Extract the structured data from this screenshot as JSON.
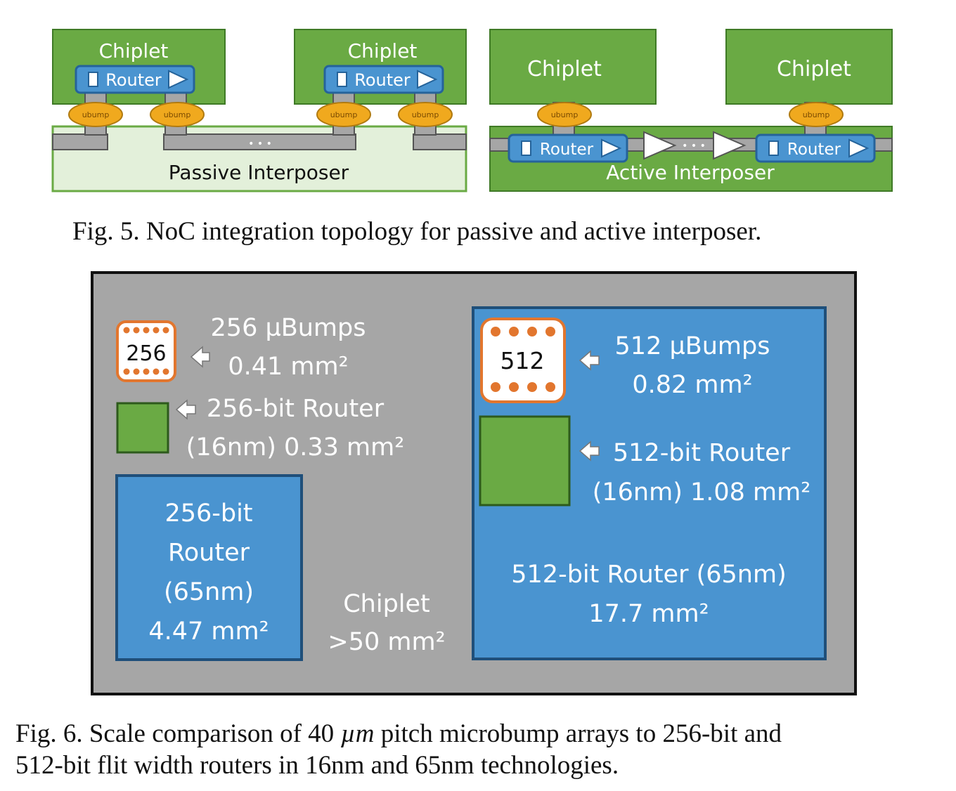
{
  "fig5": {
    "chiplet_label": "Chiplet",
    "router_label": "Router",
    "ubump_label": "ubump",
    "ellipsis": "• • •",
    "passive_label": "Passive Interposer",
    "active_label": "Active Interposer",
    "caption": "Fig. 5.  NoC integration topology for passive and active interposer."
  },
  "fig6": {
    "left": {
      "bump_count": "256",
      "bumps_line1": "256 µBumps",
      "bumps_line2": "0.41 mm²",
      "router16_line1": "256-bit Router",
      "router16_line2": "(16nm) 0.33 mm²",
      "router65_line1": "256-bit",
      "router65_line2": "Router",
      "router65_line3": "(65nm)",
      "router65_line4": "4.47 mm²"
    },
    "chiplet_line1": "Chiplet",
    "chiplet_line2": ">50 mm²",
    "right": {
      "bump_count": "512",
      "bumps_line1": "512 µBumps",
      "bumps_line2": "0.82 mm²",
      "router16_line1": "512-bit Router",
      "router16_line2": "(16nm) 1.08 mm²",
      "router65_line1": "512-bit Router (65nm)",
      "router65_line2": "17.7 mm²"
    },
    "caption_line1_a": "Fig. 6.  Scale comparison of 40 ",
    "caption_line1_mu": "µm",
    "caption_line1_b": " pitch microbump arrays to 256-bit and",
    "caption_line2": "512-bit flit width routers in 16nm and 65nm technologies."
  },
  "colors": {
    "green": "#6aaa44",
    "light_green": "#e3f0da",
    "blue": "#4a94d0",
    "gray": "#a6a6a6",
    "ubump": "#f0a91e",
    "bump_orange": "#e2762e"
  }
}
